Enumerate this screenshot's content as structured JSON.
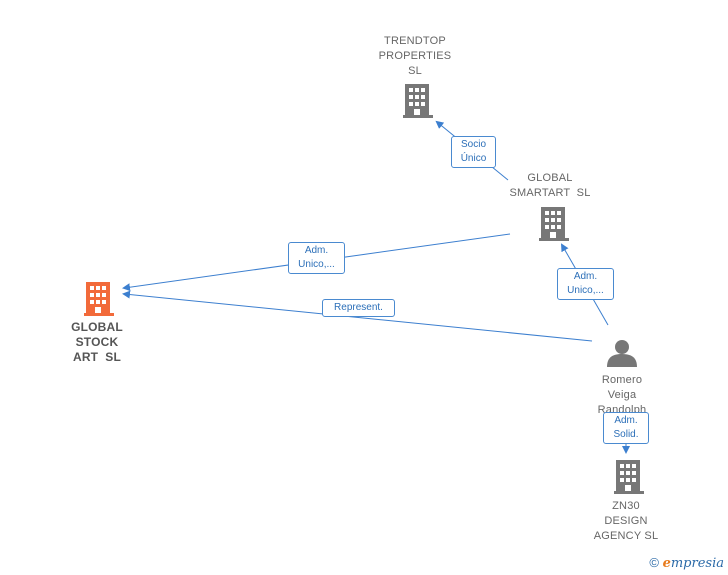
{
  "colors": {
    "main_node": "#f26a3a",
    "node": "#777777",
    "edge": "#3c7fcf"
  },
  "nodes": {
    "trendtop": {
      "lines": [
        "TRENDTOP",
        "PROPERTIES",
        "SL"
      ],
      "icon": "building-icon"
    },
    "smartart": {
      "lines": [
        "GLOBAL",
        "SMARTART  SL"
      ],
      "icon": "building-icon"
    },
    "stockart": {
      "lines": [
        "GLOBAL",
        "STOCK",
        "ART  SL"
      ],
      "icon": "building-icon"
    },
    "person": {
      "lines": [
        "Romero",
        "Veiga",
        "Randolph"
      ],
      "icon": "person-icon"
    },
    "zn30": {
      "lines": [
        "ZN30",
        "DESIGN",
        "AGENCY SL"
      ],
      "icon": "building-icon"
    }
  },
  "edges": {
    "socio": {
      "lines": [
        "Socio",
        "Único"
      ]
    },
    "adm_unico_1": {
      "lines": [
        "Adm.",
        "Unico,..."
      ]
    },
    "adm_unico_2": {
      "lines": [
        "Adm.",
        "Unico,..."
      ]
    },
    "represent": {
      "lines": [
        "Represent."
      ]
    },
    "adm_solid": {
      "lines": [
        "Adm.",
        "Solid."
      ]
    }
  },
  "footer": {
    "copyright": "©",
    "brand_e": "e",
    "brand_rest": "mpresia"
  }
}
